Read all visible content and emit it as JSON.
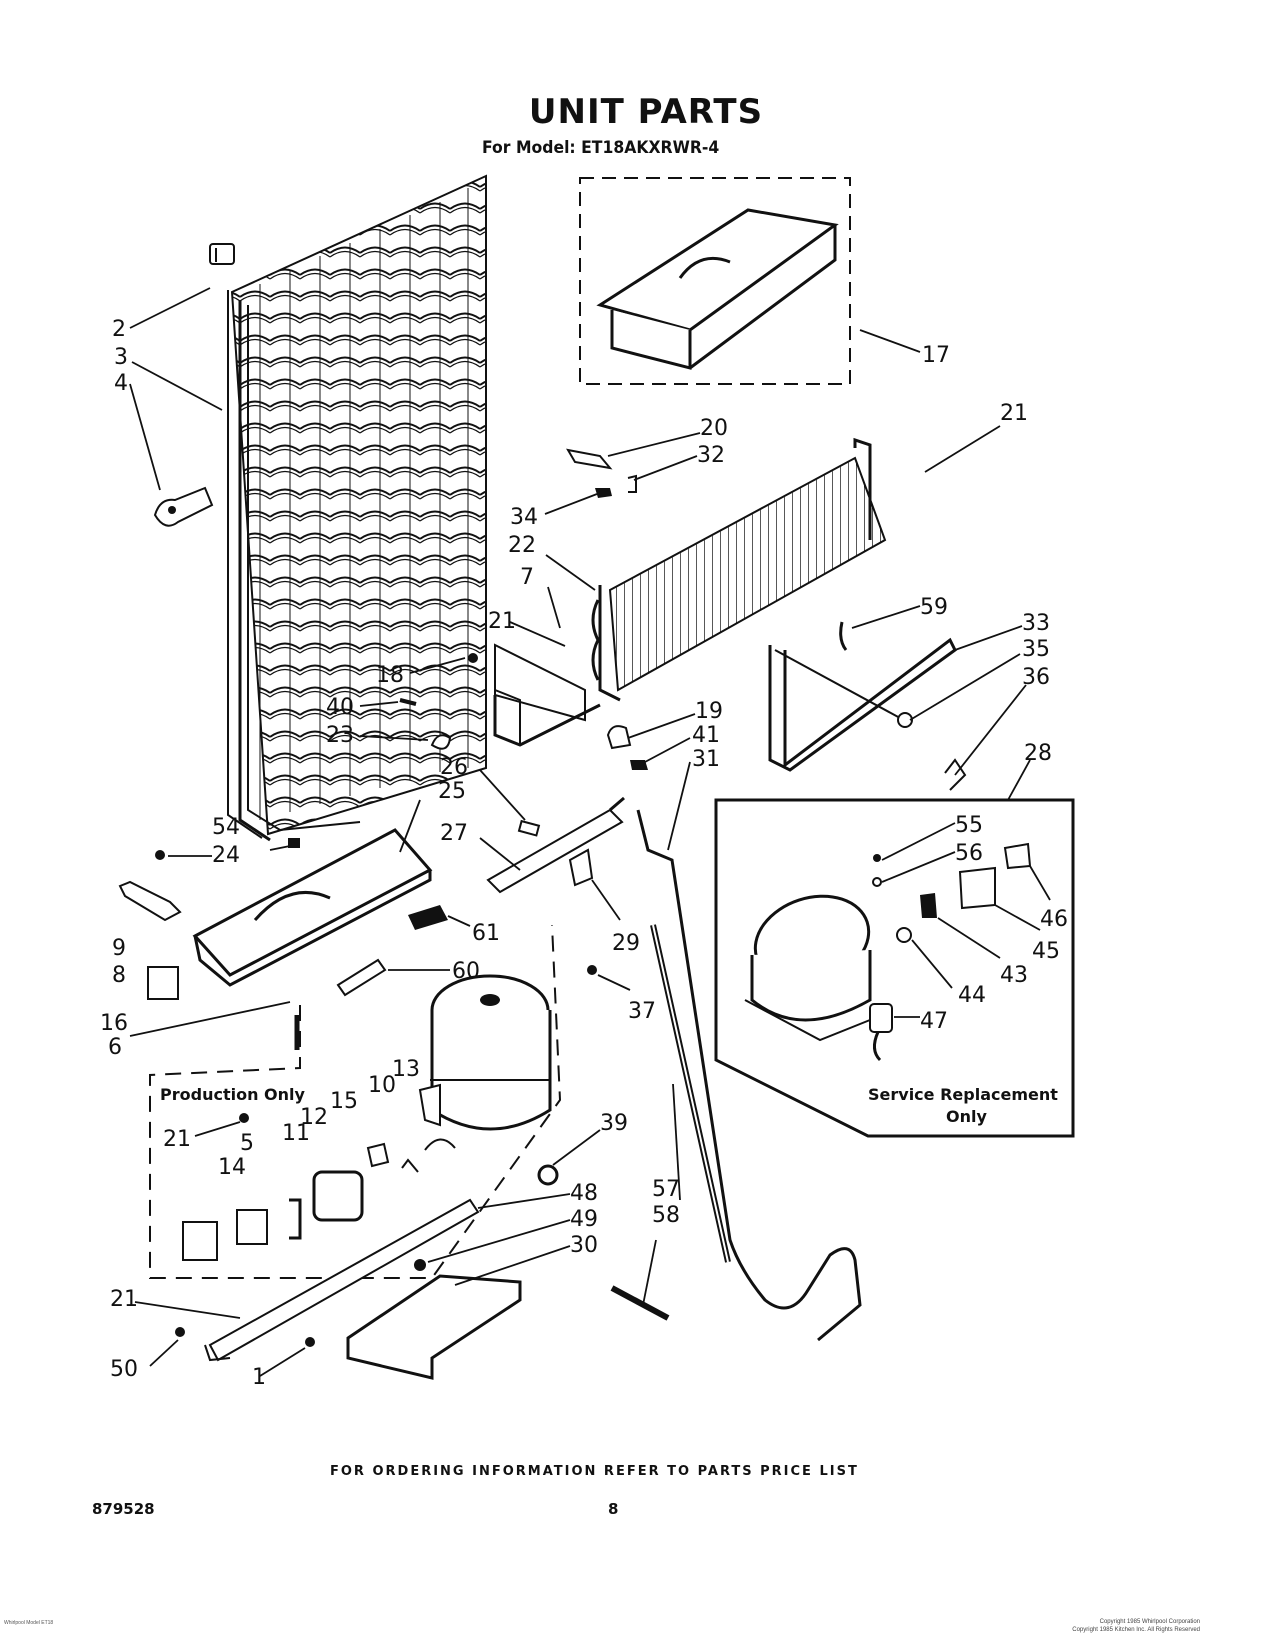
{
  "title": "UNIT PARTS",
  "model_line": "For Model: ET18AKXRWR-4",
  "footer_note": "FOR ORDERING INFORMATION REFER TO PARTS PRICE LIST",
  "doc_number": "879528",
  "page_number": "8",
  "copyright_lines": [
    "Copyright 1985 Whirlpool Corporation",
    "Copyright 1985 Kitchen Inc. All Rights Reserved"
  ],
  "fineprint": "Whirlpool Model ET18",
  "boxes": {
    "production_only": "Production Only",
    "service_replacement_line1": "Service Replacement",
    "service_replacement_line2": "Only"
  },
  "callouts": [
    "1",
    "2",
    "3",
    "4",
    "5",
    "6",
    "7",
    "8",
    "9",
    "10",
    "11",
    "12",
    "13",
    "14",
    "15",
    "16",
    "17",
    "18",
    "19",
    "20",
    "21",
    "22",
    "23",
    "24",
    "25",
    "26",
    "27",
    "28",
    "29",
    "30",
    "31",
    "32",
    "33",
    "34",
    "35",
    "36",
    "37",
    "39",
    "40",
    "41",
    "43",
    "44",
    "45",
    "46",
    "47",
    "48",
    "49",
    "50",
    "54",
    "55",
    "56",
    "57",
    "58",
    "59",
    "60",
    "61"
  ],
  "components": [
    "condenser-coil",
    "evaporator-coil",
    "defrost-drain-pan",
    "drain-pan-lower",
    "compressor",
    "service-compressor",
    "filter-drier",
    "defrost-heater",
    "capillary-tube",
    "relay",
    "overload",
    "capacitor",
    "base-plate"
  ]
}
